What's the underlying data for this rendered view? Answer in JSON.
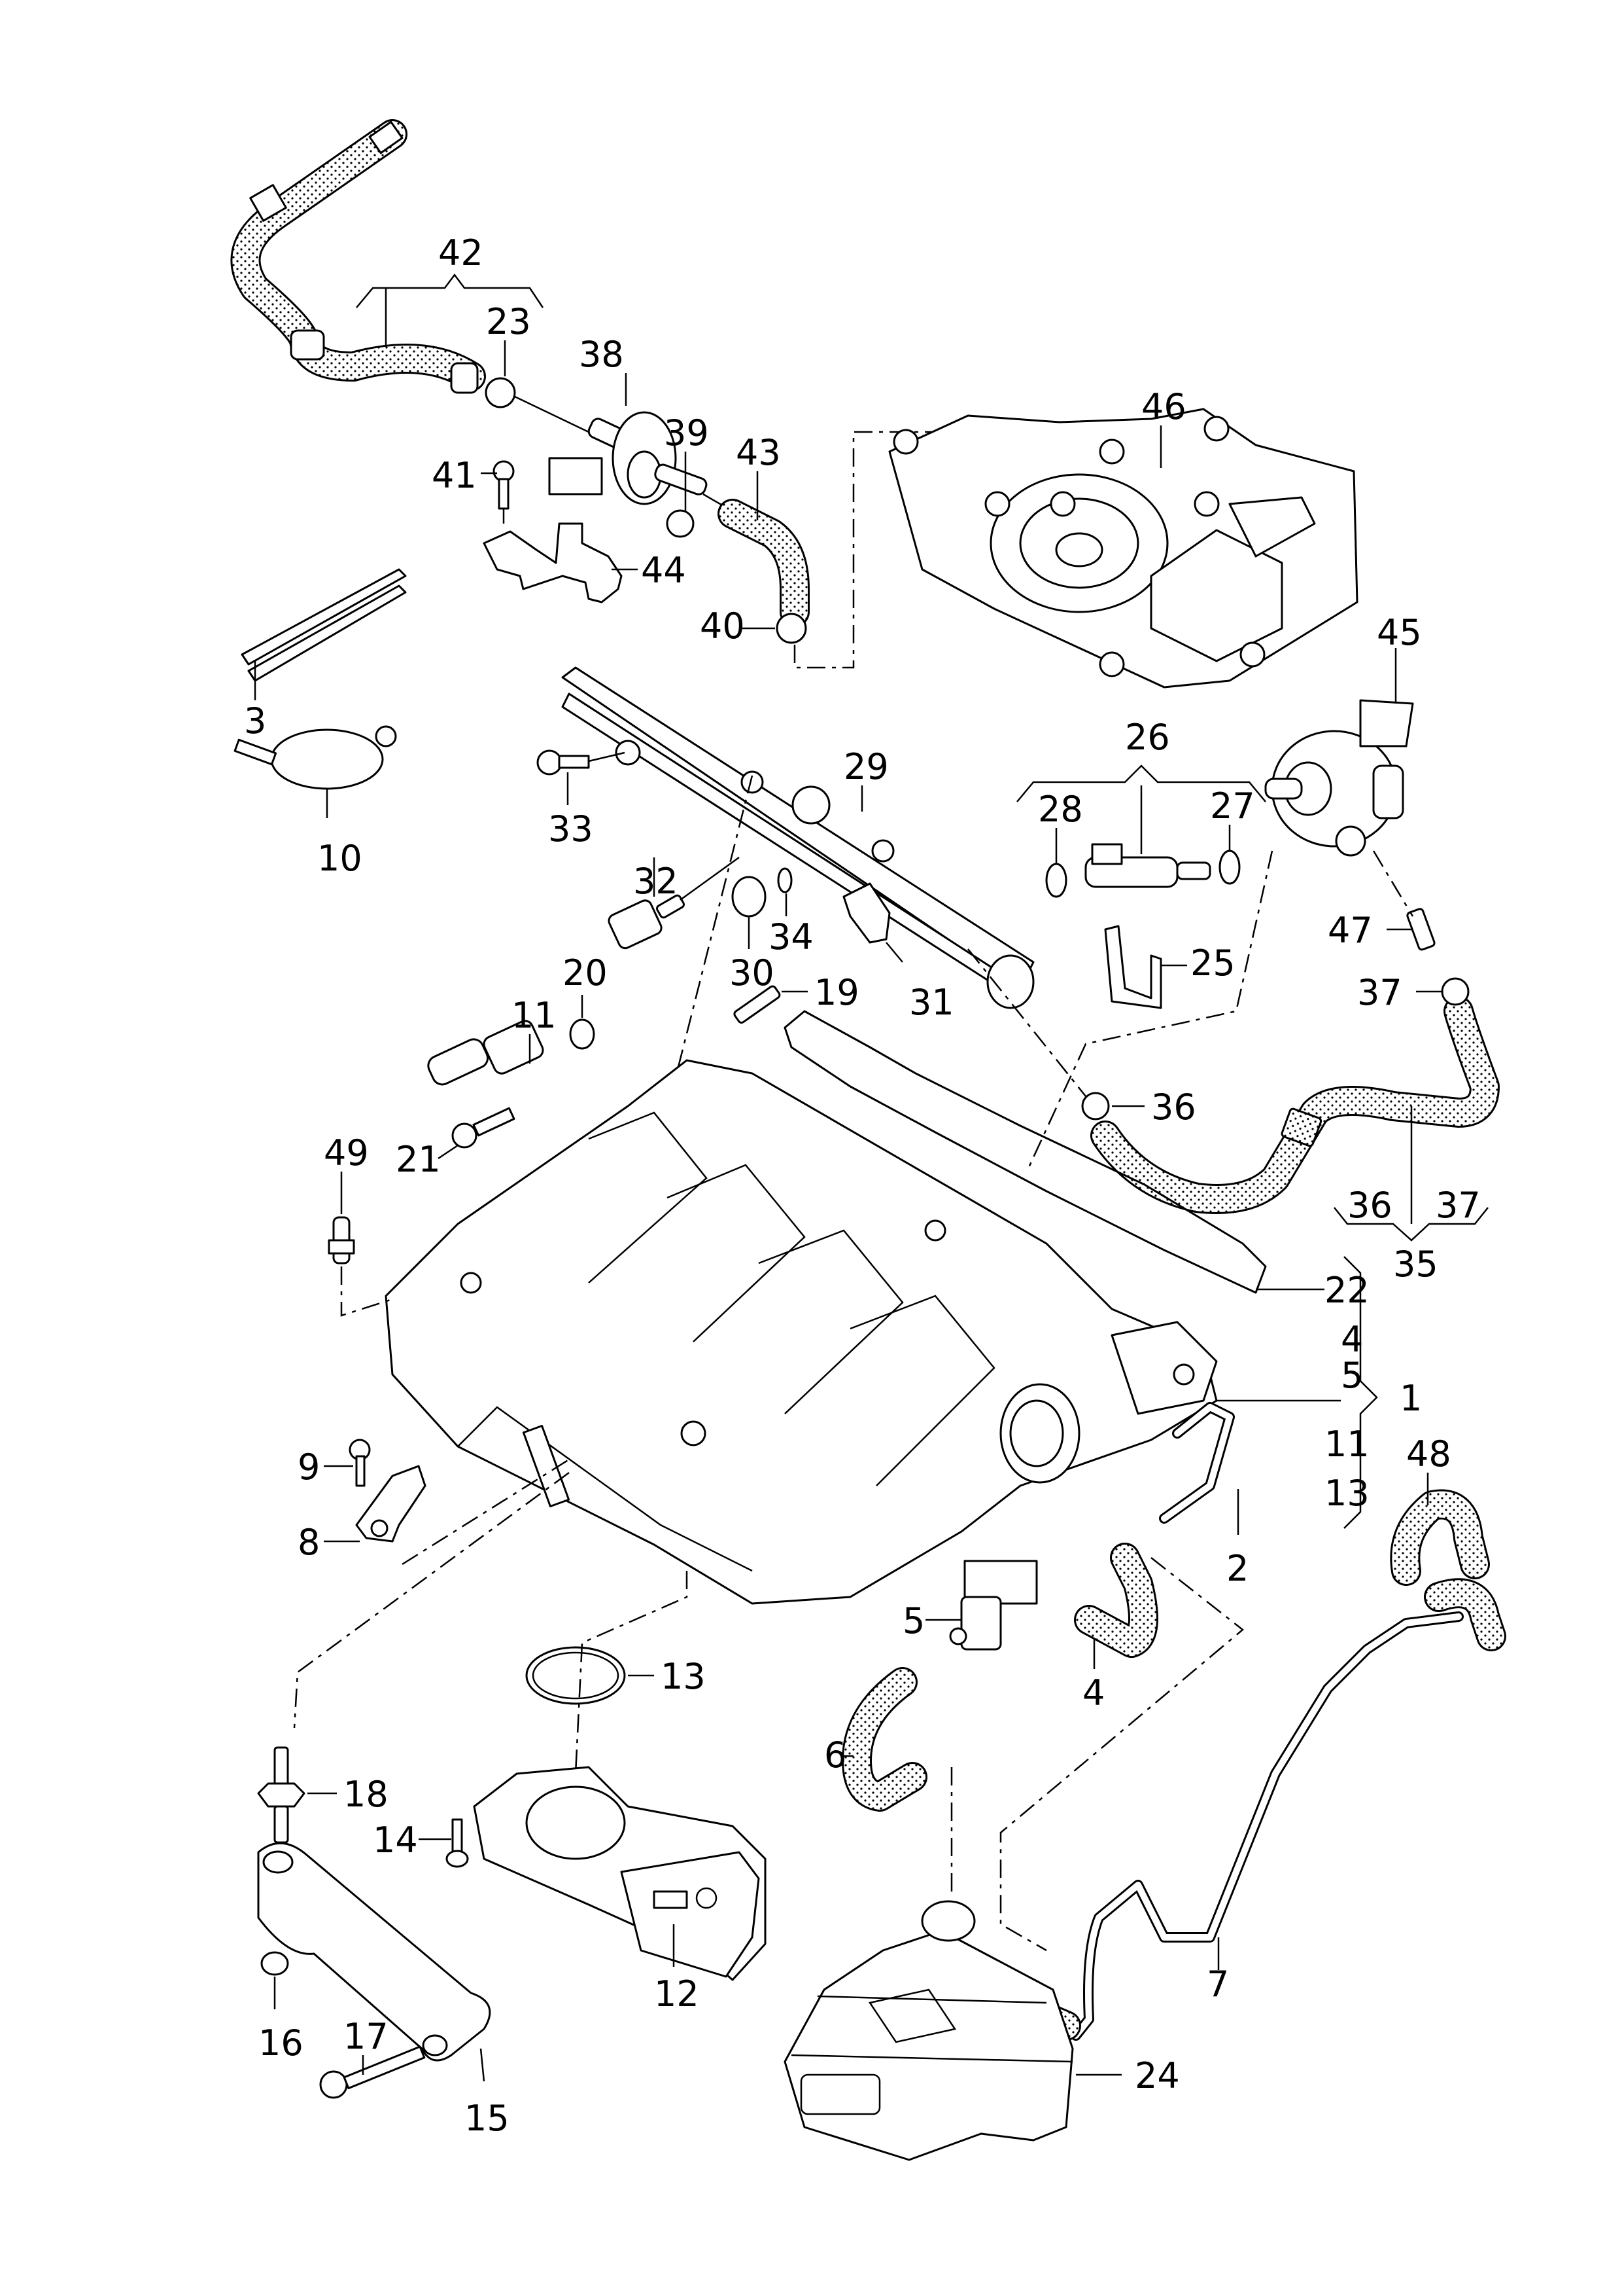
{
  "diagram": {
    "title": "Intake manifold exploded parts diagram",
    "colors": {
      "line": "#000000",
      "background": "#ffffff"
    },
    "callouts": [
      {
        "id": "c42",
        "text": "42",
        "part": "hose-assembly-bracket"
      },
      {
        "id": "c23",
        "text": "23",
        "part": "hose-clamp"
      },
      {
        "id": "c38",
        "text": "38",
        "part": "valve"
      },
      {
        "id": "c39",
        "text": "39",
        "part": "hose-clamp"
      },
      {
        "id": "c43",
        "text": "43",
        "part": "hose"
      },
      {
        "id": "c41",
        "text": "41",
        "part": "bolt"
      },
      {
        "id": "c44",
        "text": "44",
        "part": "bracket"
      },
      {
        "id": "c40",
        "text": "40",
        "part": "hose-clamp"
      },
      {
        "id": "c3",
        "text": "3",
        "part": "cable-tie"
      },
      {
        "id": "c10",
        "text": "10",
        "part": "clamp"
      },
      {
        "id": "c46",
        "text": "46",
        "part": "cover-housing"
      },
      {
        "id": "c45",
        "text": "45",
        "part": "high-pressure-pump"
      },
      {
        "id": "c26",
        "text": "26",
        "part": "injector-assembly-bracket"
      },
      {
        "id": "c28",
        "text": "28",
        "part": "o-ring"
      },
      {
        "id": "c27",
        "text": "27",
        "part": "o-ring"
      },
      {
        "id": "c29",
        "text": "29",
        "part": "fuel-rail"
      },
      {
        "id": "c33",
        "text": "33",
        "part": "bolt"
      },
      {
        "id": "c32",
        "text": "32",
        "part": "pressure-sender"
      },
      {
        "id": "c34",
        "text": "34",
        "part": "o-ring"
      },
      {
        "id": "c30",
        "text": "30",
        "part": "union"
      },
      {
        "id": "c20",
        "text": "20",
        "part": "nut"
      },
      {
        "id": "c19",
        "text": "19",
        "part": "stud"
      },
      {
        "id": "c31",
        "text": "31",
        "part": "seal"
      },
      {
        "id": "c25",
        "text": "25",
        "part": "retaining-clip"
      },
      {
        "id": "c47",
        "text": "47",
        "part": "union"
      },
      {
        "id": "c37a",
        "text": "37",
        "part": "hose-clamp"
      },
      {
        "id": "c11a",
        "text": "11",
        "part": "sensor"
      },
      {
        "id": "c36a",
        "text": "36",
        "part": "hose-clamp"
      },
      {
        "id": "c49",
        "text": "49",
        "part": "stud"
      },
      {
        "id": "c21",
        "text": "21",
        "part": "bolt"
      },
      {
        "id": "c36b",
        "text": "36",
        "part": "hose-assembly-item"
      },
      {
        "id": "c37b",
        "text": "37",
        "part": "hose-assembly-item"
      },
      {
        "id": "c35",
        "text": "35",
        "part": "hose-assembly"
      },
      {
        "id": "c22",
        "text": "22",
        "part": "gasket"
      },
      {
        "id": "c4a",
        "text": "4",
        "part": "manifold-assembly-item"
      },
      {
        "id": "c5a",
        "text": "5",
        "part": "manifold-assembly-item"
      },
      {
        "id": "c1",
        "text": "1",
        "part": "intake-manifold"
      },
      {
        "id": "c11b",
        "text": "11",
        "part": "manifold-assembly-item"
      },
      {
        "id": "c13a",
        "text": "13",
        "part": "manifold-assembly-item"
      },
      {
        "id": "c48",
        "text": "48",
        "part": "hose"
      },
      {
        "id": "c2",
        "text": "2",
        "part": "pipe"
      },
      {
        "id": "c9",
        "text": "9",
        "part": "screw"
      },
      {
        "id": "c8",
        "text": "8",
        "part": "sensor"
      },
      {
        "id": "c5b",
        "text": "5",
        "part": "solenoid-valve"
      },
      {
        "id": "c4b",
        "text": "4",
        "part": "hose"
      },
      {
        "id": "c13b",
        "text": "13",
        "part": "seal-ring"
      },
      {
        "id": "c6",
        "text": "6",
        "part": "hose"
      },
      {
        "id": "c18",
        "text": "18",
        "part": "stud"
      },
      {
        "id": "c14",
        "text": "14",
        "part": "bolt"
      },
      {
        "id": "c7",
        "text": "7",
        "part": "vent-pipe"
      },
      {
        "id": "c12",
        "text": "12",
        "part": "throttle-body"
      },
      {
        "id": "c24",
        "text": "24",
        "part": "air-filter-housing"
      },
      {
        "id": "c16",
        "text": "16",
        "part": "nut"
      },
      {
        "id": "c17",
        "text": "17",
        "part": "bolt"
      },
      {
        "id": "c15",
        "text": "15",
        "part": "support-bracket"
      }
    ]
  }
}
